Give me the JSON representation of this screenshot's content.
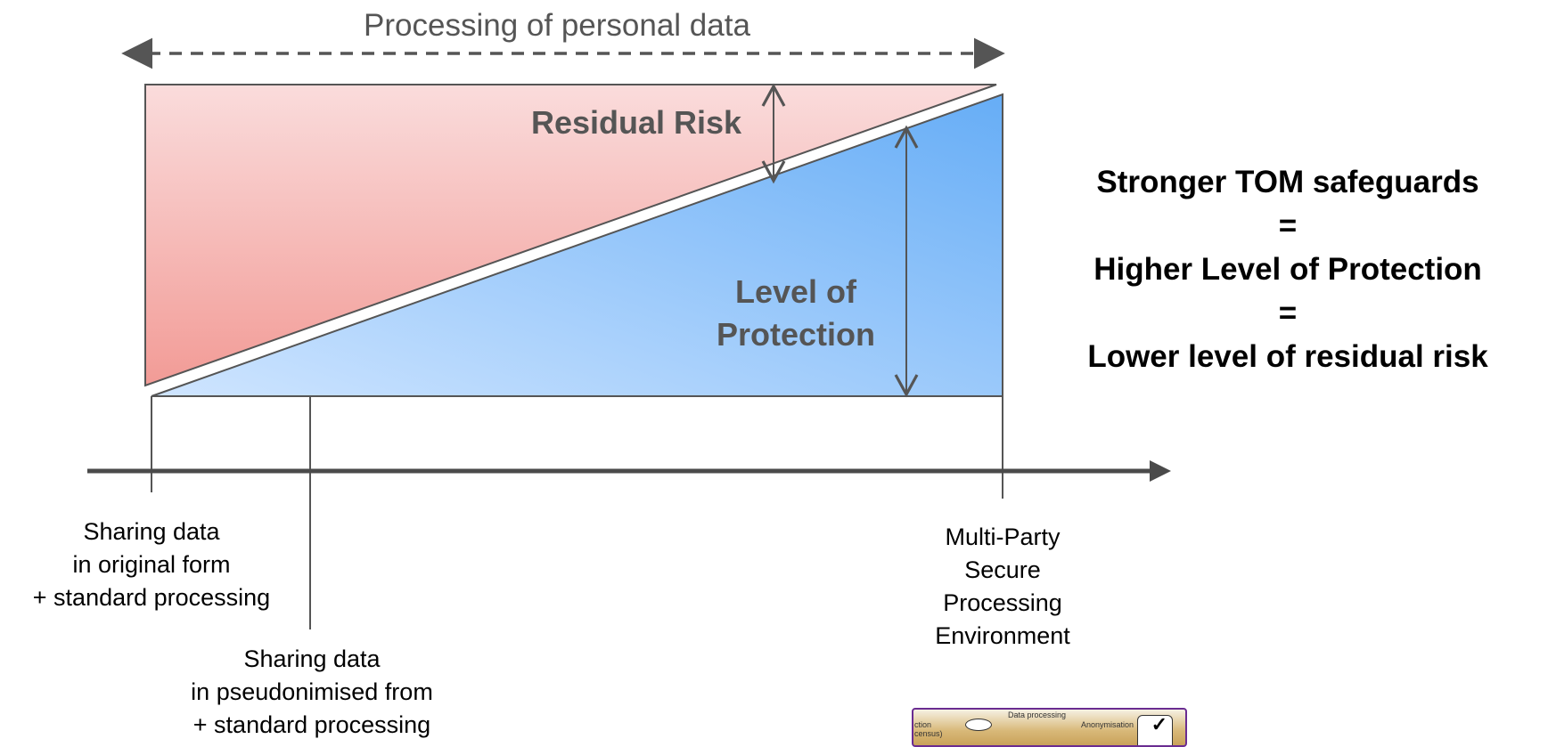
{
  "header": {
    "title": "Processing of personal data"
  },
  "wedge_labels": {
    "residual_risk": "Residual Risk",
    "level_of_protection_line1": "Level of",
    "level_of_protection_line2": "Protection"
  },
  "axis_labels": {
    "original": [
      "Sharing data",
      "in original form",
      "+ standard processing"
    ],
    "pseudonymised": [
      "Sharing data",
      "in pseudonimised from",
      "+ standard processing"
    ],
    "multi_party": [
      "Multi-Party",
      "Secure",
      "Processing",
      "Environment"
    ]
  },
  "equation": {
    "line1": "Stronger TOM safeguards",
    "eq1": "=",
    "line2": "Higher Level of Protection",
    "eq2": "=",
    "line3": "Lower level of residual risk"
  },
  "thumbnail": {
    "title": "Data processing",
    "left_text": "ction",
    "left_text2": "census)",
    "right_text": "Anonymisation"
  },
  "colors": {
    "risk_light": "#fadcdc",
    "risk_dark": "#f29b96",
    "protection_light": "#c6e0ff",
    "protection_dark": "#66adf6",
    "line": "#555555",
    "axis": "#4a4a4a"
  }
}
